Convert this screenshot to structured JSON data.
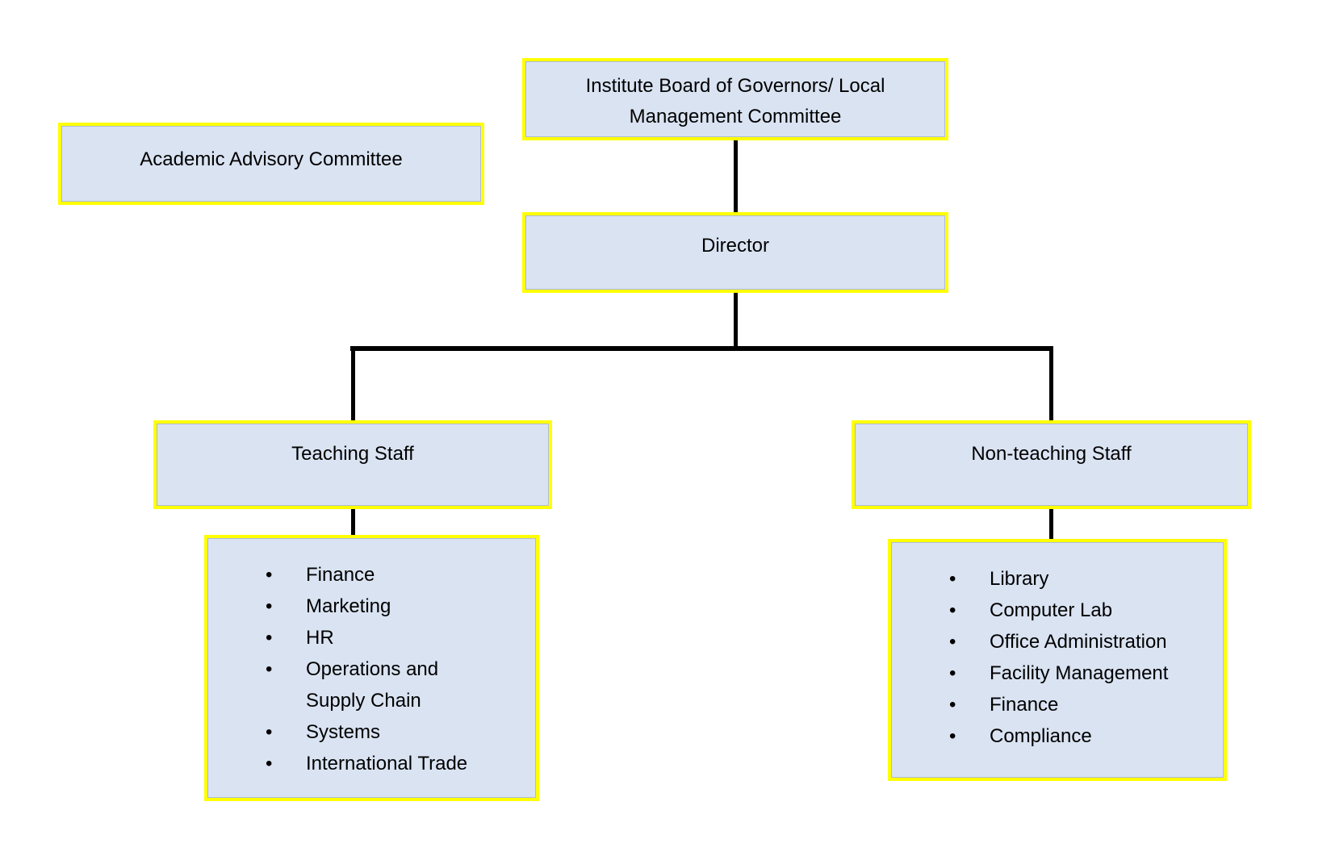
{
  "styles": {
    "background": "#ffffff",
    "box_fill": "#dae3f2",
    "box_border_color": "#ffff00",
    "connector_color": "#000000",
    "text_color": "#000000",
    "bullet_glyph": "•"
  },
  "org_chart": {
    "root": {
      "label": "Institute Board of Governors/ Local Management Committee"
    },
    "advisory": {
      "label": "Academic Advisory Committee"
    },
    "director": {
      "label": "Director"
    },
    "branches": [
      {
        "label": "Teaching Staff",
        "departments": [
          "Finance",
          "Marketing",
          "HR",
          "Operations and Supply Chain",
          "Systems",
          "International Trade"
        ]
      },
      {
        "label": "Non-teaching Staff",
        "departments": [
          "Library",
          "Computer Lab",
          "Office Administration",
          "Facility Management",
          "Finance",
          "Compliance"
        ]
      }
    ]
  }
}
